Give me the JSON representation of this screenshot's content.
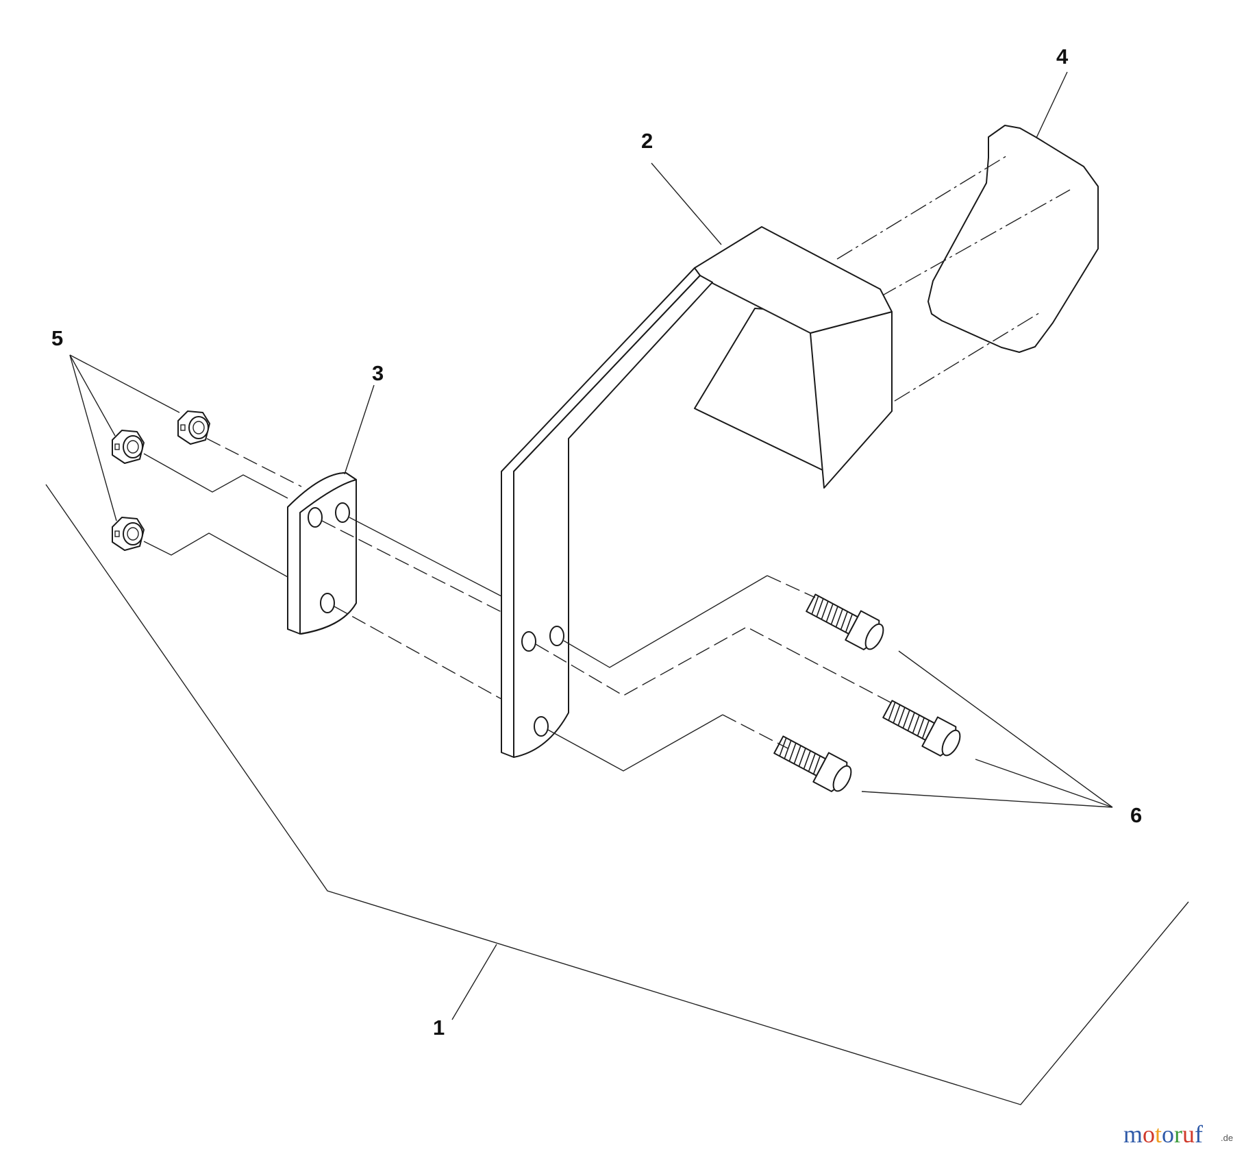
{
  "callouts": [
    {
      "id": "1",
      "label": "1"
    },
    {
      "id": "2",
      "label": "2"
    },
    {
      "id": "3",
      "label": "3"
    },
    {
      "id": "4",
      "label": "4"
    },
    {
      "id": "5",
      "label": "5"
    },
    {
      "id": "6",
      "label": "6"
    }
  ],
  "watermark": {
    "letters": [
      "m",
      "o",
      "t",
      "o",
      "r",
      "u",
      "f"
    ],
    "suffix": ".de",
    "colors": [
      "#2f5aa8",
      "#d03a2b",
      "#f0a020",
      "#2f5aa8",
      "#3a9a3a",
      "#d03a2b",
      "#2f5aa8"
    ]
  }
}
